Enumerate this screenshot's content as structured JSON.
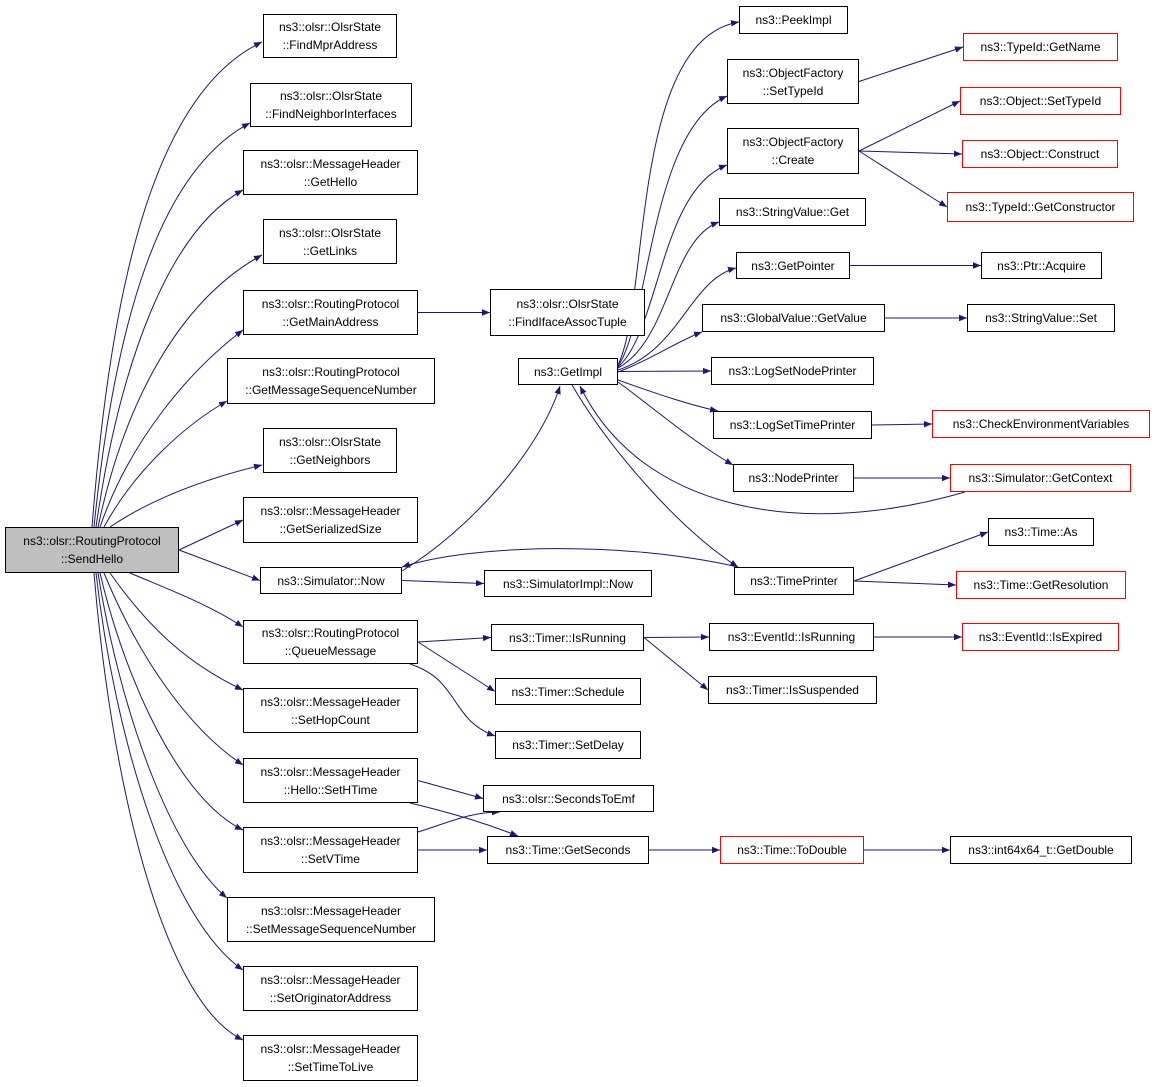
{
  "edge_color": "#191970",
  "root_fill": "#bfbfbf",
  "nodes": [
    {
      "id": "root",
      "lines": [
        "ns3::olsr::RoutingProtocol",
        "::SendHello"
      ],
      "style": "root"
    },
    {
      "id": "findMpr",
      "lines": [
        "ns3::olsr::OlsrState",
        "::FindMprAddress"
      ],
      "style": "normal"
    },
    {
      "id": "findNeighIf",
      "lines": [
        "ns3::olsr::OlsrState",
        "::FindNeighborInterfaces"
      ],
      "style": "normal"
    },
    {
      "id": "getHello",
      "lines": [
        "ns3::olsr::MessageHeader",
        "::GetHello"
      ],
      "style": "normal"
    },
    {
      "id": "getLinks",
      "lines": [
        "ns3::olsr::OlsrState",
        "::GetLinks"
      ],
      "style": "normal"
    },
    {
      "id": "getMainAddr",
      "lines": [
        "ns3::olsr::RoutingProtocol",
        "::GetMainAddress"
      ],
      "style": "normal"
    },
    {
      "id": "getMsgSeq",
      "lines": [
        "ns3::olsr::RoutingProtocol",
        "::GetMessageSequenceNumber"
      ],
      "style": "normal"
    },
    {
      "id": "getNeighbors",
      "lines": [
        "ns3::olsr::OlsrState",
        "::GetNeighbors"
      ],
      "style": "normal"
    },
    {
      "id": "getSerSize",
      "lines": [
        "ns3::olsr::MessageHeader",
        "::GetSerializedSize"
      ],
      "style": "normal"
    },
    {
      "id": "simNow",
      "lines": [
        "ns3::Simulator::Now"
      ],
      "style": "normal"
    },
    {
      "id": "queueMsg",
      "lines": [
        "ns3::olsr::RoutingProtocol",
        "::QueueMessage"
      ],
      "style": "normal"
    },
    {
      "id": "setHop",
      "lines": [
        "ns3::olsr::MessageHeader",
        "::SetHopCount"
      ],
      "style": "normal"
    },
    {
      "id": "setHTime",
      "lines": [
        "ns3::olsr::MessageHeader",
        "::Hello::SetHTime"
      ],
      "style": "normal"
    },
    {
      "id": "setVTime",
      "lines": [
        "ns3::olsr::MessageHeader",
        "::SetVTime"
      ],
      "style": "normal"
    },
    {
      "id": "setMsgSeq",
      "lines": [
        "ns3::olsr::MessageHeader",
        "::SetMessageSequenceNumber"
      ],
      "style": "normal"
    },
    {
      "id": "setOrig",
      "lines": [
        "ns3::olsr::MessageHeader",
        "::SetOriginatorAddress"
      ],
      "style": "normal"
    },
    {
      "id": "setTTL",
      "lines": [
        "ns3::olsr::MessageHeader",
        "::SetTimeToLive"
      ],
      "style": "normal"
    },
    {
      "id": "findIface",
      "lines": [
        "ns3::olsr::OlsrState",
        "::FindIfaceAssocTuple"
      ],
      "style": "normal"
    },
    {
      "id": "getImpl",
      "lines": [
        "ns3::GetImpl"
      ],
      "style": "normal"
    },
    {
      "id": "simImplNow",
      "lines": [
        "ns3::SimulatorImpl::Now"
      ],
      "style": "normal"
    },
    {
      "id": "timerIsRunning",
      "lines": [
        "ns3::Timer::IsRunning"
      ],
      "style": "normal"
    },
    {
      "id": "timerSchedule",
      "lines": [
        "ns3::Timer::Schedule"
      ],
      "style": "normal"
    },
    {
      "id": "timerSetDelay",
      "lines": [
        "ns3::Timer::SetDelay"
      ],
      "style": "normal"
    },
    {
      "id": "secToEmf",
      "lines": [
        "ns3::olsr::SecondsToEmf"
      ],
      "style": "normal"
    },
    {
      "id": "timeGetSec",
      "lines": [
        "ns3::Time::GetSeconds"
      ],
      "style": "normal"
    },
    {
      "id": "peekImpl",
      "lines": [
        "ns3::PeekImpl"
      ],
      "style": "normal"
    },
    {
      "id": "ofSetTypeId",
      "lines": [
        "ns3::ObjectFactory",
        "::SetTypeId"
      ],
      "style": "normal"
    },
    {
      "id": "ofCreate",
      "lines": [
        "ns3::ObjectFactory",
        "::Create"
      ],
      "style": "normal"
    },
    {
      "id": "svGet",
      "lines": [
        "ns3::StringValue::Get"
      ],
      "style": "normal"
    },
    {
      "id": "getPointer",
      "lines": [
        "ns3::GetPointer"
      ],
      "style": "normal"
    },
    {
      "id": "gvGetValue",
      "lines": [
        "ns3::GlobalValue::GetValue"
      ],
      "style": "normal"
    },
    {
      "id": "logNodePrinter",
      "lines": [
        "ns3::LogSetNodePrinter"
      ],
      "style": "normal"
    },
    {
      "id": "logTimePrinter",
      "lines": [
        "ns3::LogSetTimePrinter"
      ],
      "style": "normal"
    },
    {
      "id": "nodePrinter",
      "lines": [
        "ns3::NodePrinter"
      ],
      "style": "normal"
    },
    {
      "id": "timePrinter",
      "lines": [
        "ns3::TimePrinter"
      ],
      "style": "normal"
    },
    {
      "id": "eventIsRunning",
      "lines": [
        "ns3::EventId::IsRunning"
      ],
      "style": "normal"
    },
    {
      "id": "timerIsSuspended",
      "lines": [
        "ns3::Timer::IsSuspended"
      ],
      "style": "normal"
    },
    {
      "id": "timeToDouble",
      "lines": [
        "ns3::Time::ToDouble"
      ],
      "style": "red"
    },
    {
      "id": "typeIdGetName",
      "lines": [
        "ns3::TypeId::GetName"
      ],
      "style": "red"
    },
    {
      "id": "objSetTypeId",
      "lines": [
        "ns3::Object::SetTypeId"
      ],
      "style": "red"
    },
    {
      "id": "objConstruct",
      "lines": [
        "ns3::Object::Construct"
      ],
      "style": "red"
    },
    {
      "id": "typeIdGetCtor",
      "lines": [
        "ns3::TypeId::GetConstructor"
      ],
      "style": "red"
    },
    {
      "id": "ptrAcquire",
      "lines": [
        "ns3::Ptr::Acquire"
      ],
      "style": "normal"
    },
    {
      "id": "svSet",
      "lines": [
        "ns3::StringValue::Set"
      ],
      "style": "normal"
    },
    {
      "id": "checkEnv",
      "lines": [
        "ns3::CheckEnvironmentVariables"
      ],
      "style": "red"
    },
    {
      "id": "simGetContext",
      "lines": [
        "ns3::Simulator::GetContext"
      ],
      "style": "red"
    },
    {
      "id": "timeAs",
      "lines": [
        "ns3::Time::As"
      ],
      "style": "normal"
    },
    {
      "id": "timeGetRes",
      "lines": [
        "ns3::Time::GetResolution"
      ],
      "style": "red"
    },
    {
      "id": "eventIsExpired",
      "lines": [
        "ns3::EventId::IsExpired"
      ],
      "style": "red"
    },
    {
      "id": "int64GetDouble",
      "lines": [
        "ns3::int64x64_t::GetDouble"
      ],
      "style": "normal"
    }
  ],
  "edges": [
    [
      "root",
      "findMpr"
    ],
    [
      "root",
      "findNeighIf"
    ],
    [
      "root",
      "getHello"
    ],
    [
      "root",
      "getLinks"
    ],
    [
      "root",
      "getMainAddr"
    ],
    [
      "root",
      "getMsgSeq"
    ],
    [
      "root",
      "getNeighbors"
    ],
    [
      "root",
      "getSerSize"
    ],
    [
      "root",
      "simNow"
    ],
    [
      "root",
      "queueMsg"
    ],
    [
      "root",
      "setHop"
    ],
    [
      "root",
      "setHTime"
    ],
    [
      "root",
      "setVTime"
    ],
    [
      "root",
      "setMsgSeq"
    ],
    [
      "root",
      "setOrig"
    ],
    [
      "root",
      "setTTL"
    ],
    [
      "getMainAddr",
      "findIface"
    ],
    [
      "simNow",
      "getImpl"
    ],
    [
      "simNow",
      "simImplNow"
    ],
    [
      "queueMsg",
      "timerIsRunning"
    ],
    [
      "queueMsg",
      "timerSchedule"
    ],
    [
      "queueMsg",
      "timerSetDelay"
    ],
    [
      "setHTime",
      "secToEmf"
    ],
    [
      "setHTime",
      "timeGetSec"
    ],
    [
      "setVTime",
      "secToEmf"
    ],
    [
      "setVTime",
      "timeGetSec"
    ],
    [
      "getImpl",
      "peekImpl"
    ],
    [
      "getImpl",
      "ofSetTypeId"
    ],
    [
      "getImpl",
      "ofCreate"
    ],
    [
      "getImpl",
      "svGet"
    ],
    [
      "getImpl",
      "getPointer"
    ],
    [
      "getImpl",
      "gvGetValue"
    ],
    [
      "getImpl",
      "logNodePrinter"
    ],
    [
      "getImpl",
      "logTimePrinter"
    ],
    [
      "getImpl",
      "nodePrinter"
    ],
    [
      "getImpl",
      "timePrinter"
    ],
    [
      "timerIsRunning",
      "eventIsRunning"
    ],
    [
      "timerIsRunning",
      "timerIsSuspended"
    ],
    [
      "timeGetSec",
      "timeToDouble"
    ],
    [
      "timeToDouble",
      "int64GetDouble"
    ],
    [
      "ofSetTypeId",
      "typeIdGetName"
    ],
    [
      "ofCreate",
      "objSetTypeId"
    ],
    [
      "ofCreate",
      "objConstruct"
    ],
    [
      "ofCreate",
      "typeIdGetCtor"
    ],
    [
      "getPointer",
      "ptrAcquire"
    ],
    [
      "gvGetValue",
      "svSet"
    ],
    [
      "logTimePrinter",
      "checkEnv"
    ],
    [
      "nodePrinter",
      "simGetContext"
    ],
    [
      "simGetContext",
      "getImpl"
    ],
    [
      "timePrinter",
      "timeAs"
    ],
    [
      "timePrinter",
      "timeGetRes"
    ],
    [
      "timePrinter",
      "simNow"
    ],
    [
      "eventIsRunning",
      "eventIsExpired"
    ]
  ]
}
